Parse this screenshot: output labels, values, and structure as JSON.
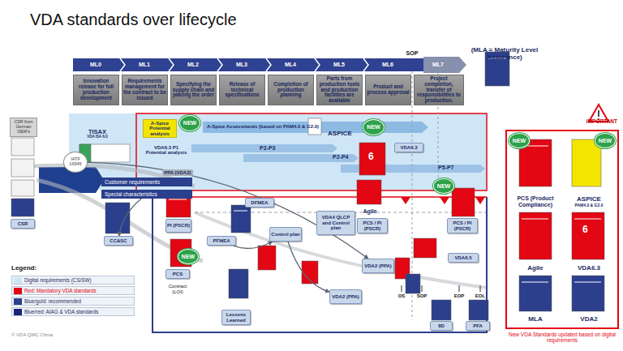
{
  "diagram": {
    "title": "VDA standards over lifecycle",
    "nodes": [
      {
        "text": [
          "Innovation release for full production development"
        ]
      },
      {
        "text": [
          "Requirements management for the contract to be issued"
        ]
      },
      {
        "text": [
          "Specifying the supply chain and placing the order"
        ]
      },
      {
        "text": [
          "Release of technical specifications"
        ]
      },
      {
        "text": [
          "Completion of production planning"
        ]
      },
      {
        "text": [
          "Parts from production tools and production facilities are available"
        ]
      },
      {
        "text": [
          "Product and process approval"
        ]
      },
      {
        "text": [
          "Project completion, transfer of responsibilities to production."
        ]
      },
      {
        "text": [
          "(MLA = Maturity Level Assurance)"
        ]
      },
      {
        "text": [
          "CSR from German OEM's"
        ]
      },
      {
        "text": [
          "TISAX",
          "VDA ISA 6.0"
        ]
      },
      {
        "text": [
          "A-Spice Potential analysis"
        ]
      },
      {
        "text": [
          "NEW"
        ]
      },
      {
        "text": [
          "A-Spice Assessments (based on PAM4.0 & G2.0)"
        ]
      },
      {
        "text": [
          "ASPICE"
        ]
      },
      {
        "text": [
          "NEW"
        ]
      },
      {
        "text": [
          "VDA6.3 P1 Potential analysis"
        ]
      },
      {
        "text": [
          "IATF 16949"
        ]
      },
      {
        "text": [
          "VDA6.3"
        ]
      },
      {
        "text": [
          "Customer requirements"
        ]
      },
      {
        "text": [
          "Special characteristics"
        ]
      },
      {
        "text": [
          "PI (PSCR)"
        ]
      },
      {
        "text": [
          "DFMEA"
        ]
      },
      {
        "text": [
          "Agile"
        ]
      },
      {
        "text": [
          "PCS / PI (PSCR)"
        ]
      },
      {
        "text": [
          "NEW"
        ]
      },
      {
        "text": [
          "PCS / PI (PSCR)"
        ]
      },
      {
        "text": [
          "Control plan"
        ]
      },
      {
        "text": [
          "VDA4 QLCP and Control plan"
        ]
      },
      {
        "text": [
          "PFMEA"
        ]
      },
      {
        "text": [
          "CC&SC"
        ]
      },
      {
        "text": [
          "CSR"
        ]
      },
      {
        "text": [
          "NEW"
        ]
      },
      {
        "text": [
          "PCS"
        ]
      },
      {
        "text": [
          "VDA2 (PPA)"
        ]
      },
      {
        "text": [
          "VDA6.5"
        ]
      },
      {
        "text": [
          "VDA2 (PPA)"
        ]
      },
      {
        "text": [
          "Lessons Learned"
        ]
      },
      {
        "text": [
          "8D"
        ]
      },
      {
        "text": [
          "PFA"
        ]
      },
      {
        "text": [
          "IMPORTANT",
          "New VDA Standards updated based on digital requirements"
        ]
      },
      {
        "text": [
          "NEW"
        ],
        "in": 40
      },
      {
        "text": [
          "NEW"
        ],
        "in": 40
      },
      {
        "text": [
          "PCS (Product Compliance)"
        ],
        "in": 40
      },
      {
        "text": [
          "ASPICE",
          "PAM4.0 & G2.0"
        ],
        "in": 40
      },
      {
        "text": [
          "Agile"
        ],
        "in": 40
      },
      {
        "text": [
          "VDA6.3"
        ],
        "in": 40
      },
      {
        "text": [
          "MLA"
        ],
        "in": 40
      },
      {
        "text": [
          "VDA2"
        ],
        "in": 40
      }
    ],
    "edges": [
      {
        "from": 17,
        "to": 34,
        "label": "PPA (VDA2)",
        "arrow": "to"
      },
      {
        "from": 20,
        "to": 30,
        "arrow": "to"
      },
      {
        "from": 29,
        "to": 27,
        "arrow": "to"
      },
      {
        "from": 27,
        "to": 36,
        "arrow": "to"
      }
    ],
    "labels": [
      "ML0",
      "ML1",
      "ML2",
      "ML3",
      "ML4",
      "ML5",
      "ML6",
      "SOP",
      "ML7",
      "P2-P3",
      "P2-P4",
      "P5-P7",
      "6",
      "Contract (LOI)",
      "OS",
      "SOP",
      "EOP",
      "EOL",
      "Legend:",
      "© VDA QMC China",
      "6"
    ],
    "legend": [
      {
        "text": "Digital requirements (CS/SW)",
        "color": "#cfe6f6"
      },
      {
        "text": "Red: Mandatory VDA standards",
        "color": "#e30613"
      },
      {
        "text": "Blue/gold: recommended",
        "color": "#2b3f8c"
      },
      {
        "text": "Blue/red: AIAG & VDA standards",
        "color": "#1b237a"
      }
    ]
  }
}
